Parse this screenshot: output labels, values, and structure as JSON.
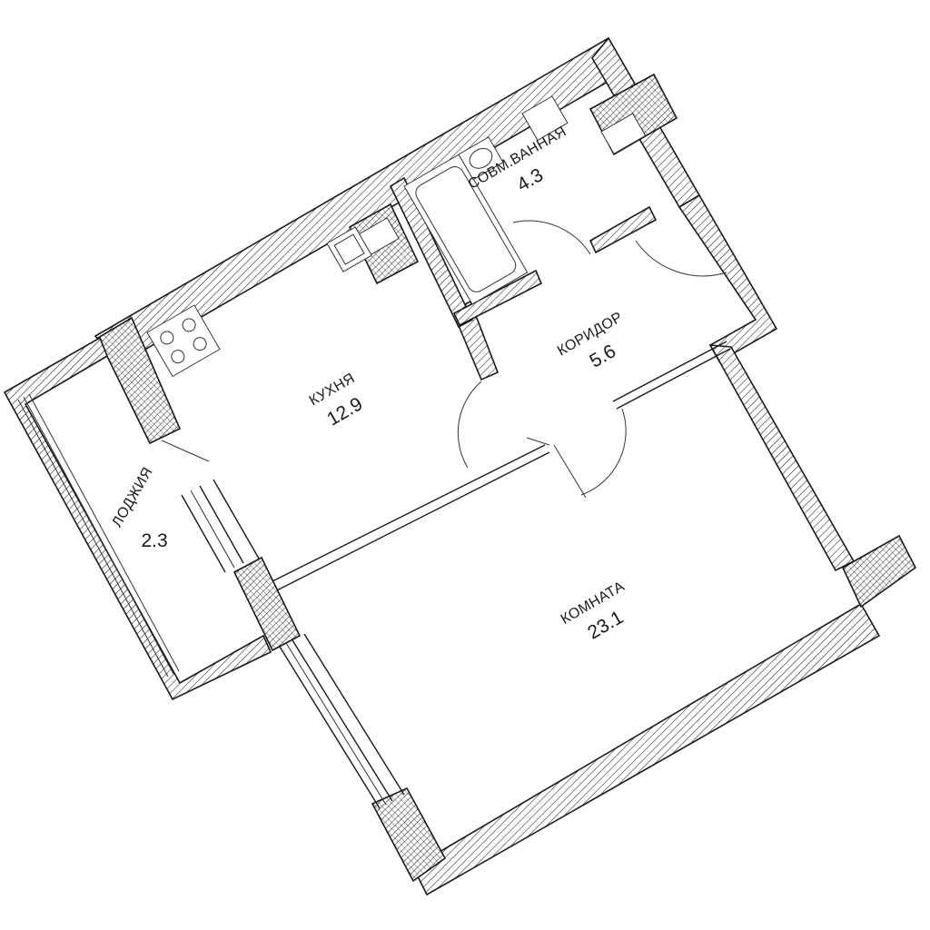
{
  "rooms": {
    "kitchen": {
      "name": "КУХНЯ",
      "area": "12.9"
    },
    "bathroom": {
      "name": "СОВМ.ВАННАЯ",
      "area": "4.3"
    },
    "corridor": {
      "name": "КОРИДОР",
      "area": "5.6"
    },
    "room": {
      "name": "КОМНАТА",
      "area": "23.1"
    },
    "loggia": {
      "name": "ЛОДЖИЯ",
      "area": "2.3"
    }
  },
  "colors": {
    "line": "#1a1a1a",
    "background": "#ffffff"
  }
}
